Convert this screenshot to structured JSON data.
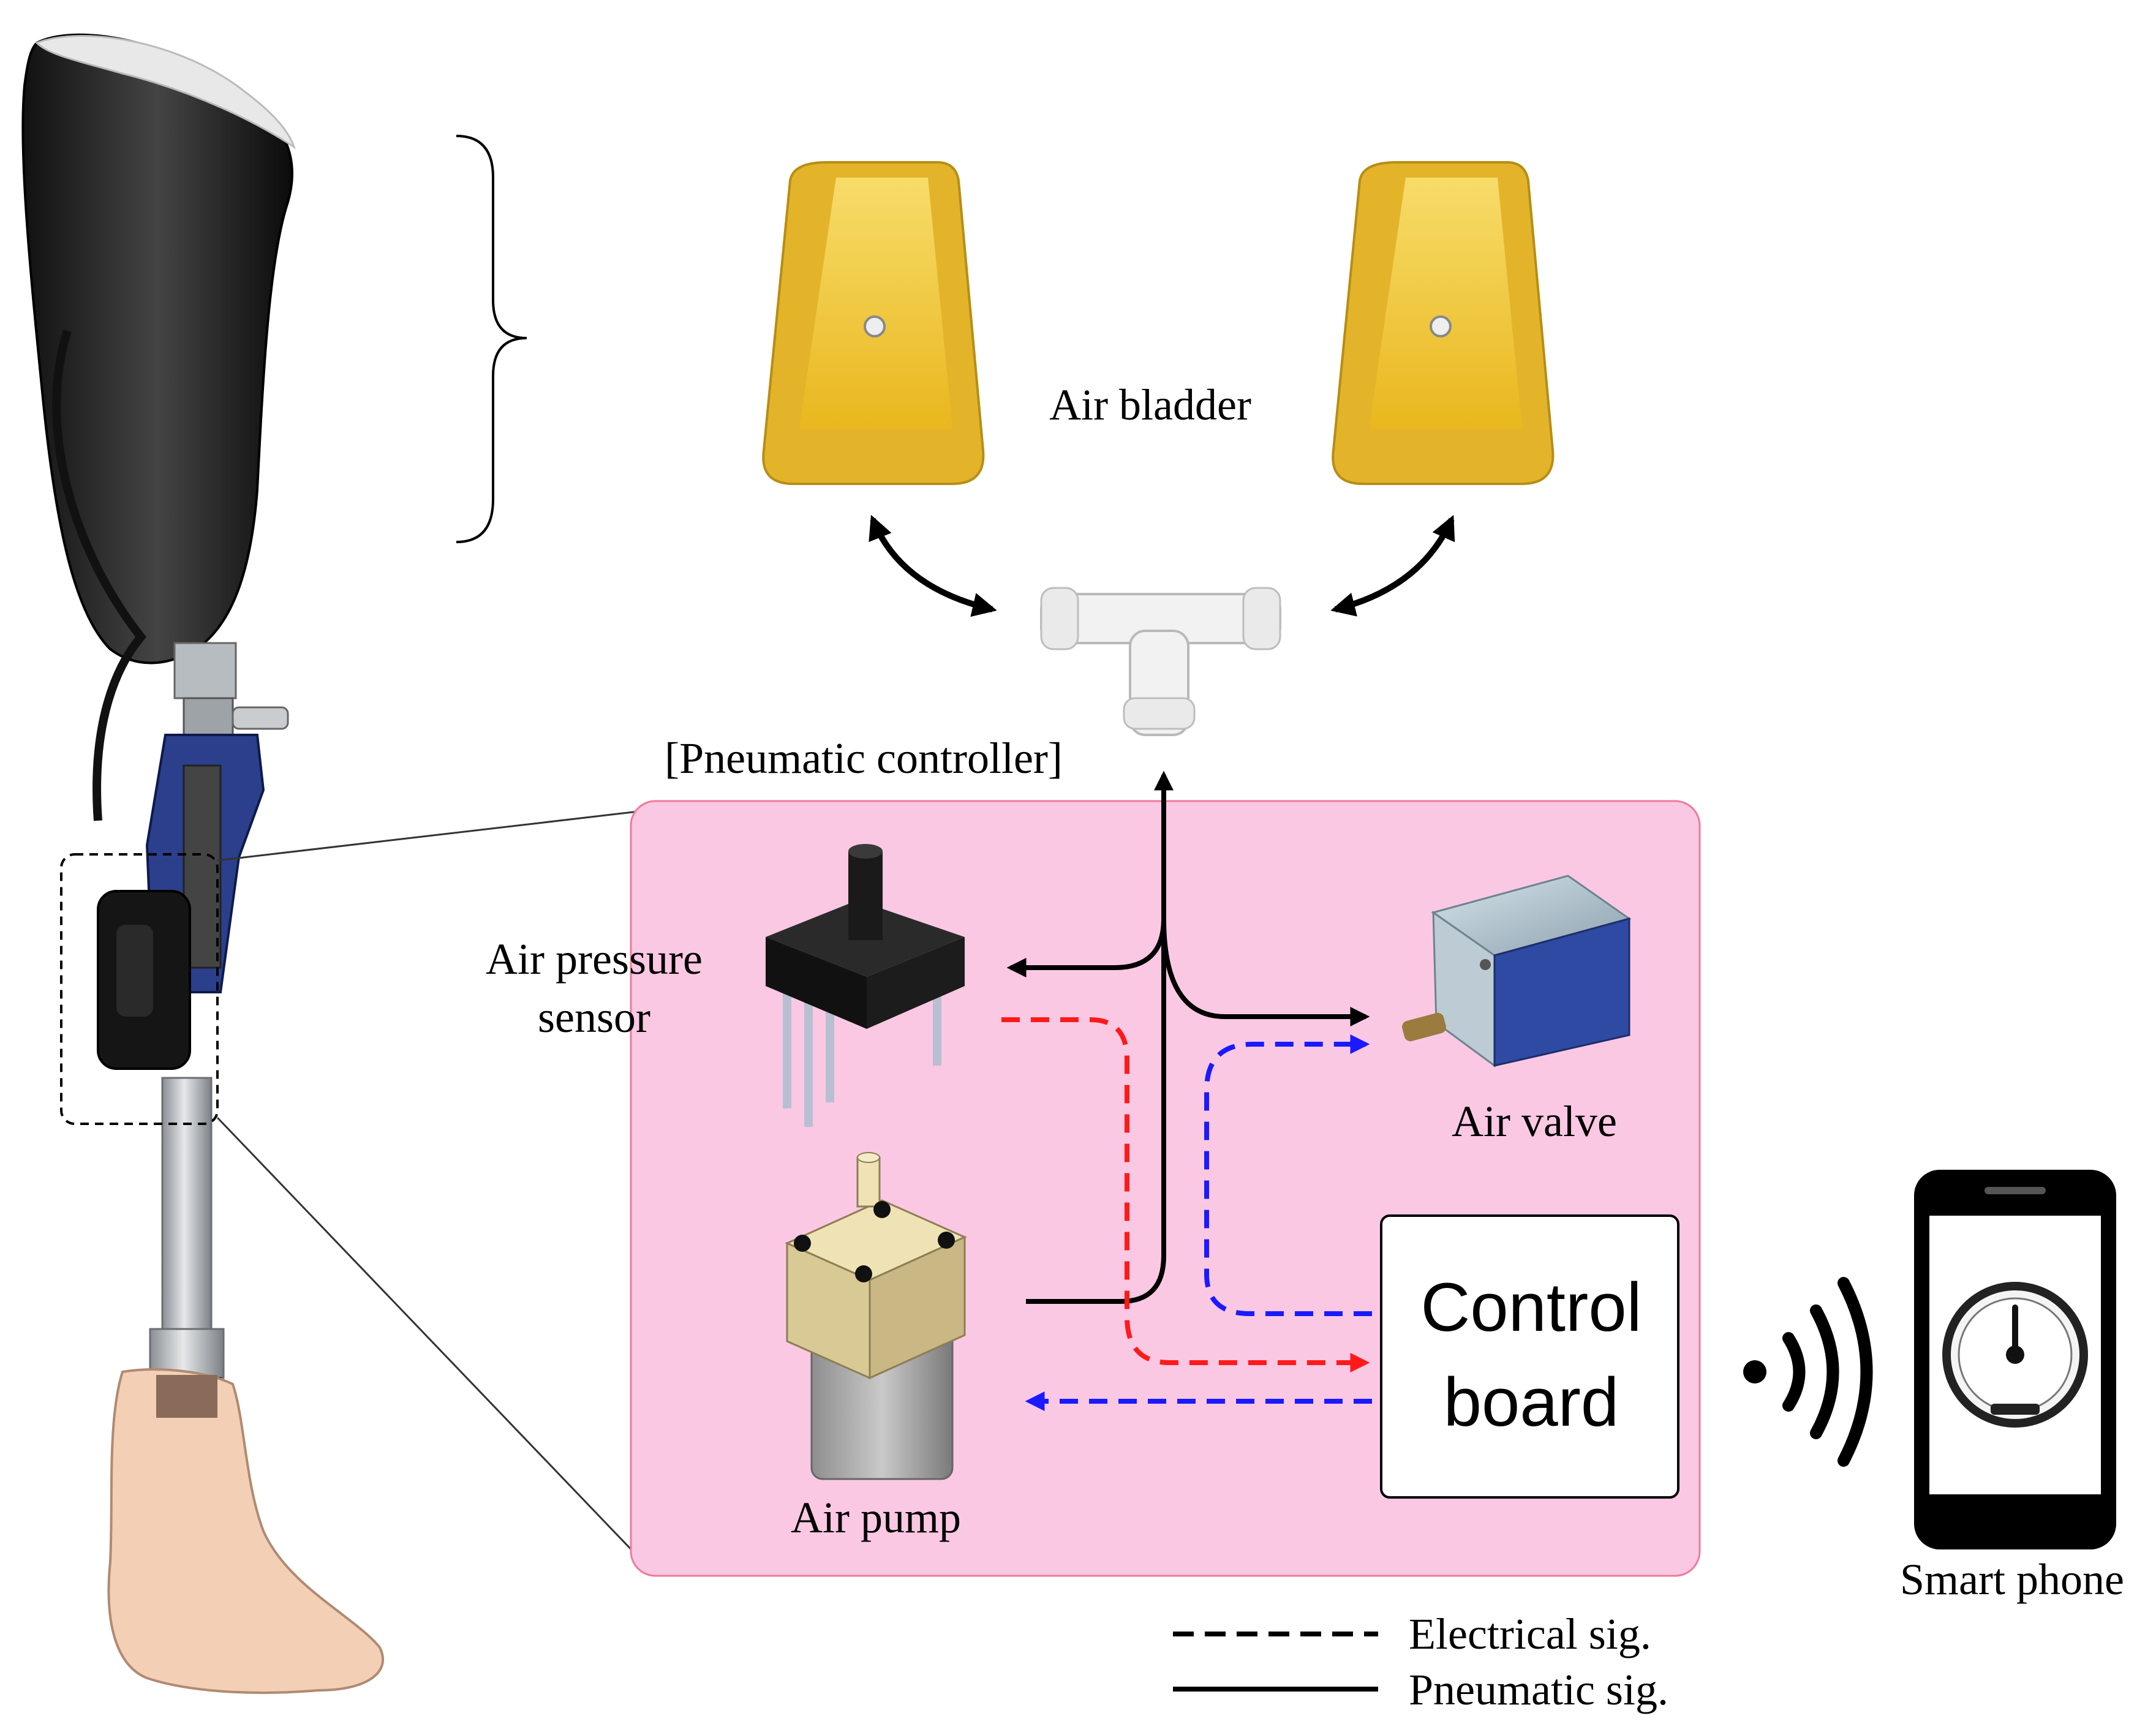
{
  "labels": {
    "air_bladder": "Air bladder",
    "pneumatic_controller": "[Pneumatic controller]",
    "air_pressure_sensor_line1": "Air pressure",
    "air_pressure_sensor_line2": "sensor",
    "air_valve": "Air valve",
    "air_pump": "Air pump",
    "control_board_line1": "Control",
    "control_board_line2": "board",
    "smart_phone": "Smart phone"
  },
  "legend": {
    "electrical": "Electrical sig.",
    "pneumatic": "Pneumatic sig."
  },
  "colors": {
    "controller_panel": "#fbc8e4",
    "controller_border": "#f07a9a",
    "bladder": "#f3cd3a",
    "electrical_sensor_signal": "#ff1a1a",
    "electrical_control_signal": "#1a1aff",
    "pneumatic_signal": "#000000"
  },
  "icons": {
    "prosthesis": "prosthetic-leg-photo",
    "bladders": "air-bladder-icon",
    "connector": "t-connector-icon",
    "sensor": "pressure-sensor-icon",
    "valve": "solenoid-valve-icon",
    "pump": "air-pump-icon",
    "wireless": "wireless-signal-icon",
    "phone": "smartphone-gauge-icon"
  }
}
